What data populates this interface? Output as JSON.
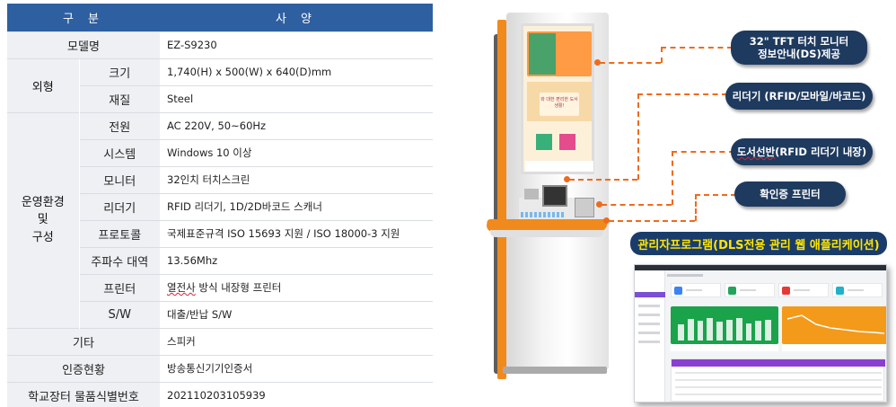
{
  "table": {
    "headers": [
      "구  분",
      "사  양"
    ],
    "rows": [
      {
        "category": "모델명",
        "value": "EZ-S9230"
      },
      {
        "group": "외형",
        "label": "크기",
        "value": "1,740(H) x 500(W) x 640(D)mm"
      },
      {
        "label": "재질",
        "value": "Steel"
      },
      {
        "group": "운영환경\n및\n구성",
        "label": "전원",
        "value": "AC 220V, 50~60Hz"
      },
      {
        "label": "시스템",
        "value": "Windows 10 이상"
      },
      {
        "label": "모니터",
        "value": "32인치 터치스크린"
      },
      {
        "label": "리더기",
        "value": "RFID 리더기, 1D/2D바코드 스캐너"
      },
      {
        "label": "프로토콜",
        "value": "국제표준규격 ISO 15693 지원 /  ISO 18000-3 지원"
      },
      {
        "label": "주파수 대역",
        "value": "13.56Mhz"
      },
      {
        "label": "프린터",
        "value_prefix": "열전사",
        "value": " 방식 내장형 프린터"
      },
      {
        "label": "S/W",
        "value": "대출/반납 S/W"
      },
      {
        "category": "기타",
        "value": "스피커"
      },
      {
        "category": "인증현황",
        "value": "방송통신기기인증서"
      },
      {
        "category": "학교장터 물품식별번호",
        "value": "202110203105939"
      }
    ]
  },
  "kiosk": {
    "screen_text": "와 대한 편리한 도서 생활!"
  },
  "callouts": {
    "monitor": "32\" TFT 터치 모니터\n정보안내(DS)제공",
    "reader": "리더기 (RFID/모바일/바코드)",
    "shelf_prefix": "도서선반",
    "shelf_suffix": "(RFID 리더기 내장)",
    "printer": "확인증 프린터",
    "admin": "관리자프로그램(DLS전용 관리 웹 애플리케이션)"
  },
  "colors": {
    "table_header": "#2e5fa0",
    "accent_orange": "#f06a1c",
    "callout_bg": "#1e3a5f",
    "admin_label_text": "#ffe600"
  }
}
